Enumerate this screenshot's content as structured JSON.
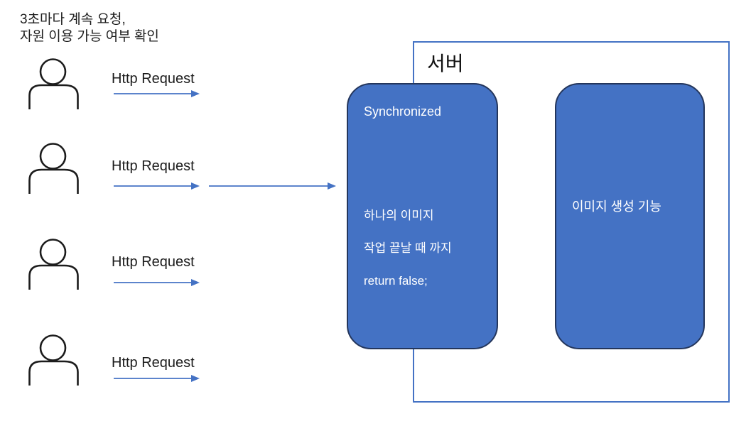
{
  "annotation": {
    "line1": "3초마다 계속 요청,",
    "line2": "자원 이용 가능 여부 확인"
  },
  "clients": [
    {
      "label": "Http Request"
    },
    {
      "label": "Http Request"
    },
    {
      "label": "Http Request"
    },
    {
      "label": "Http Request"
    }
  ],
  "server": {
    "title": "서버",
    "sync_box": {
      "title": "Synchronized",
      "body_line1": "하나의 이미지",
      "body_line2": "작업 끝날 때 까지",
      "body_line3": "return false;"
    },
    "image_box": {
      "label": "이미지 생성 기능"
    }
  },
  "colors": {
    "accent_blue": "#4472C4",
    "box_fill": "#4472C4",
    "box_border": "#24365C",
    "arrow": "#4472C4",
    "server_outline": "#4472C4",
    "box_text": "#FFFFFF",
    "text": "#1C1C1C"
  }
}
